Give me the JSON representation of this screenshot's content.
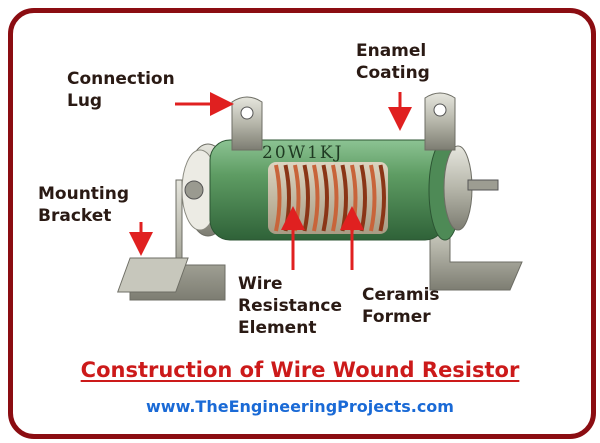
{
  "labels": {
    "connection_lug": "Connection\nLug",
    "enamel_coating": "Enamel\nCoating",
    "mounting_bracket": "Mounting\nBracket",
    "wire_resistance": "Wire\nResistance\nElement",
    "ceramis_former": "Ceramis\nFormer"
  },
  "resistor_marking": "20W1KJ",
  "title": "Construction of Wire Wound Resistor",
  "website": "www.TheEngineeringProjects.com",
  "colors": {
    "frame": "#8b0d12",
    "arrow": "#e02020",
    "title": "#cc1a1a",
    "website": "#1a6ad6",
    "enamel": "#5e9c63",
    "copper": "#b5502a",
    "metal": "#c2c2b6"
  }
}
